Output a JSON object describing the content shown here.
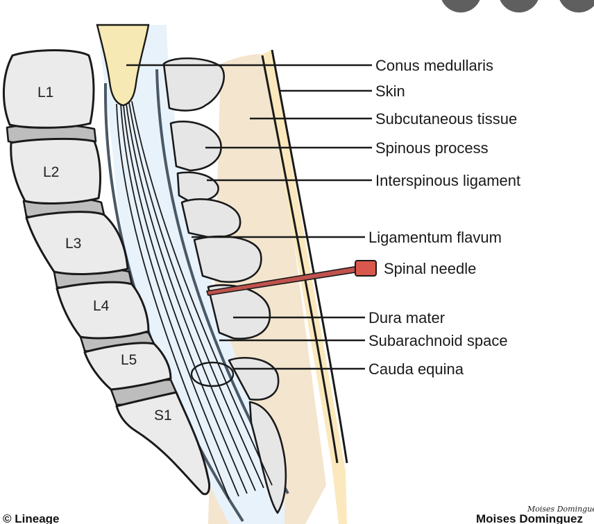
{
  "labels": {
    "conus_medullaris": "Conus medullaris",
    "skin": "Skin",
    "subcutaneous_tissue": "Subcutaneous tissue",
    "spinous_process": "Spinous process",
    "interspinous_ligament": "Interspinous ligament",
    "ligamentum_flavum": "Ligamentum flavum",
    "spinal_needle": "Spinal needle",
    "dura_mater": "Dura mater",
    "subarachnoid_space": "Subarachnoid space",
    "cauda_equina": "Cauda equina"
  },
  "vertebrae": {
    "l1": "L1",
    "l2": "L2",
    "l3": "L3",
    "l4": "L4",
    "l5": "L5",
    "s1": "S1"
  },
  "credits": {
    "copyright": "© Lineage",
    "illustrator": "Moises Dominguez",
    "signature": "Moises Dominguez"
  },
  "colors": {
    "subcutaneous": "#f4e5cf",
    "skin_band": "#fbe9bd",
    "csf": "#e8f2fb",
    "bone": "#ebebeb",
    "disc": "#bdbdbd",
    "dura": "#4a5966",
    "needle": "#c0524d",
    "needle_hub": "#d9584e",
    "conus": "#f7e9b3"
  }
}
